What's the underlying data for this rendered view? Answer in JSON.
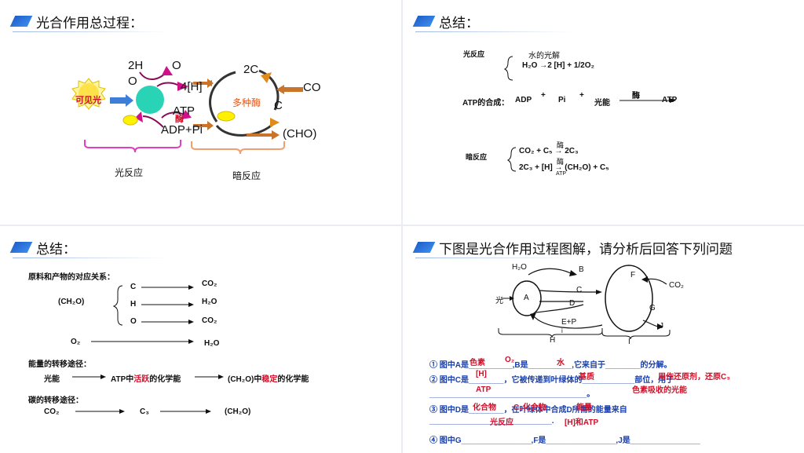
{
  "slide1": {
    "title": "光合作用总过程：",
    "light_source": "可见光",
    "h2o_a": "2H",
    "h2o_b": "O",
    "o_label": "O",
    "h_label": "4[H]",
    "atp": "ATP",
    "enzyme": "酶",
    "adp": "ADP+Pi",
    "c2": "2C",
    "co": "CO",
    "multi_enzyme": "多种酶",
    "c": "C",
    "cho": "(CHO)",
    "light_reaction": "光反应",
    "dark_reaction": "暗反应"
  },
  "slide2": {
    "title": "总结：",
    "light_reaction": "光反应",
    "water_photolysis": "水的光解",
    "water_eq": "H₂O →2 [H] + 1/2O₂",
    "atp_synthesis": "ATP的合成：",
    "adp": "ADP",
    "plus1": "+",
    "pi": "Pi",
    "plus2": "+",
    "light_energy": "光能",
    "enzyme": "酶",
    "atp": "ATP",
    "dark_reaction": "暗反应",
    "enzyme2": "酶",
    "co2_eq": "CO₂ + C₅ → 2C₃",
    "enzyme3": "酶",
    "atp_small": "ATP",
    "c3_eq": "2C₃ + [H] → (CH₂O) + C₅"
  },
  "slide3": {
    "title": "总结：",
    "correspondence": "原料和产物的对应关系：",
    "ch2o": "(CH₂O)",
    "c": "C",
    "h": "H",
    "o": "O",
    "co2_1": "CO₂",
    "h2o_1": "H₂O",
    "co2_2": "CO₂",
    "o2": "O₂",
    "h2o_2": "H₂O",
    "energy_path": "能量的转移途径：",
    "light_energy": "光能",
    "atp_in": "ATP中",
    "active": "活跃",
    "chem_energy1": "的化学能",
    "ch2o_in": "(CH₂O)中",
    "stable": "稳定",
    "chem_energy2": "的化学能",
    "carbon_path": "碳的转移途径：",
    "co2": "CO₂",
    "c3": "C₃",
    "ch2o_end": "(CH₂O)"
  },
  "slide4": {
    "title": "下图是光合作用过程图解，请分析后回答下列问题",
    "diagram": {
      "h2o": "H₂O",
      "b": "B",
      "light": "光",
      "a": "A",
      "c": "C",
      "d": "D",
      "f": "F",
      "co2": "CO₂",
      "g": "G",
      "ep": "E+P",
      "i": "i",
      "j": "J",
      "h": "H",
      "big_i": "I"
    },
    "q1": "① 图中A是__________,B是__________,它来自于________的分解。",
    "q1_a1": "色素",
    "q1_a2": "O₂",
    "q1_a3": "水",
    "q2": "② 图中C是________，它被传递到叶绿体的____________部位，用于",
    "q2_a1": "[H]",
    "q2_a2": "基质",
    "q2_a3": "用作还原剂，还原C₃",
    "q2_line2": "____________________________________。",
    "q2_a4": "ATP",
    "q2_a5": "色素吸收的光能",
    "q3": "③ 图中D是________，在叶绿体中合成D所需的能量来自",
    "q3_a1": "化合物",
    "q3_a2": "C₅化合物",
    "q3_a3": "能量",
    "q3_line2": "____________________________.",
    "q3_a4": "光反应",
    "q3_a5": "[H]和ATP",
    "q4": "④ 图中G________________,F是________________,J是________________"
  }
}
